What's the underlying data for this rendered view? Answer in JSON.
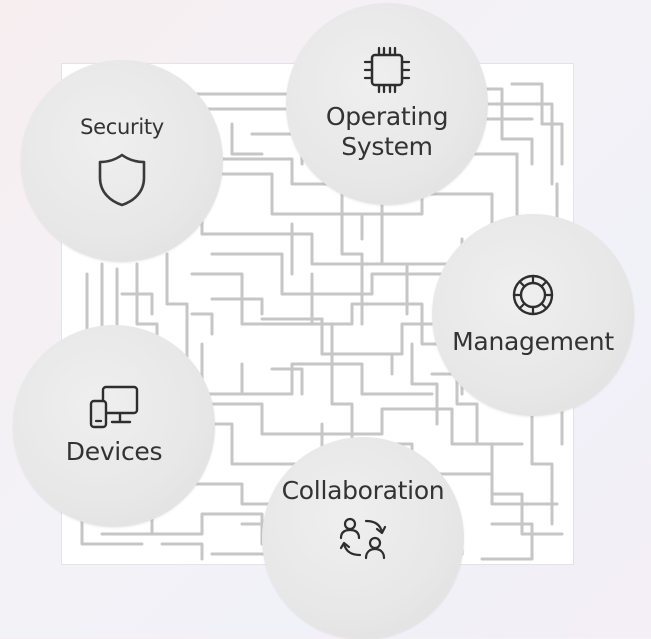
{
  "diagram": {
    "nodes": [
      {
        "id": "security",
        "label": "Security",
        "icon": "shield-icon"
      },
      {
        "id": "operating_system",
        "label_line1": "Operating",
        "label_line2": "System",
        "icon": "cpu-chip-icon"
      },
      {
        "id": "management",
        "label": "Management",
        "icon": "gear-cog-icon"
      },
      {
        "id": "devices",
        "label": "Devices",
        "icon": "devices-icon"
      },
      {
        "id": "collaboration",
        "label": "Collaboration",
        "icon": "people-sync-icon"
      }
    ],
    "background": "tangled-lines-maze",
    "colors": {
      "bubble": "#e7e7e7",
      "text": "#333333",
      "maze_line": "#c4c4c4"
    }
  }
}
